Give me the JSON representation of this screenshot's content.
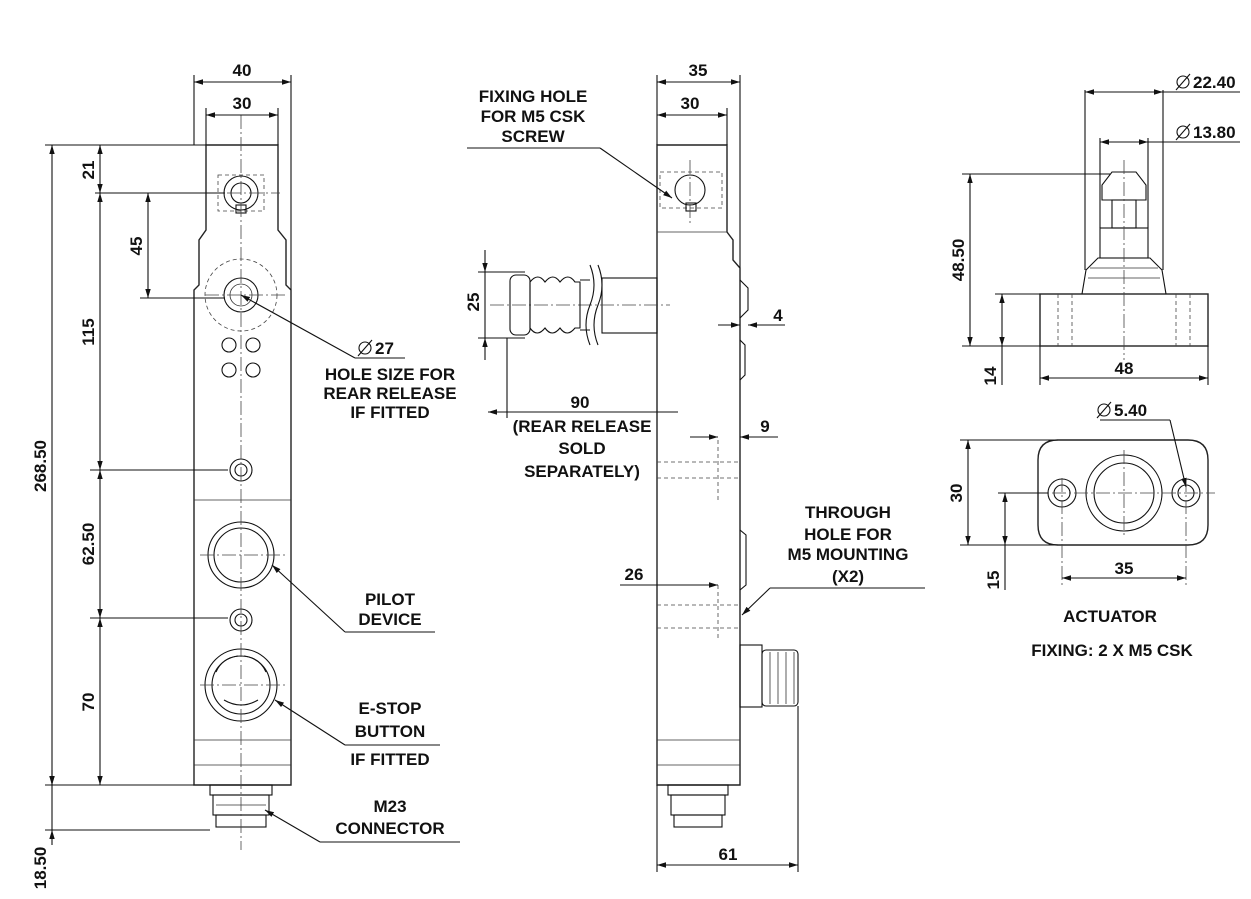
{
  "dimensions": {
    "front_width_outer": "40",
    "front_width_inner": "30",
    "front_top_hole": "21",
    "front_45": "45",
    "front_115": "115",
    "front_total": "268.50",
    "front_62_50": "62.50",
    "front_70": "70",
    "front_connector": "18.50",
    "side_width_outer": "35",
    "side_width_inner": "30",
    "side_25": "25",
    "side_4": "4",
    "side_90": "90",
    "side_9": "9",
    "side_26": "26",
    "side_61": "61",
    "act_dia_22_40": "22.40",
    "act_dia_13_80": "13.80",
    "act_height": "48.50",
    "act_base_h": "14",
    "act_base_w": "48",
    "act_dia_5_40": "5.40",
    "act_plan_30": "30",
    "act_plan_15": "15",
    "act_plan_35": "35",
    "ref_27": "27"
  },
  "labels": {
    "rear_release": [
      "HOLE SIZE FOR",
      "REAR RELEASE",
      "IF FITTED"
    ],
    "pilot": [
      "PILOT",
      "DEVICE"
    ],
    "estop": [
      "E-STOP",
      "BUTTON",
      "IF FITTED"
    ],
    "m23": [
      "M23",
      "CONNECTOR"
    ],
    "fixing_hole": [
      "FIXING HOLE",
      "FOR M5 CSK",
      "SCREW"
    ],
    "rear_release_note": [
      "(REAR RELEASE",
      "SOLD",
      "SEPARATELY)"
    ],
    "through_hole": [
      "THROUGH",
      "HOLE FOR",
      "M5 MOUNTING",
      "(X2)"
    ],
    "actuator": "ACTUATOR",
    "actuator_fixing": "FIXING: 2 X M5 CSK"
  }
}
